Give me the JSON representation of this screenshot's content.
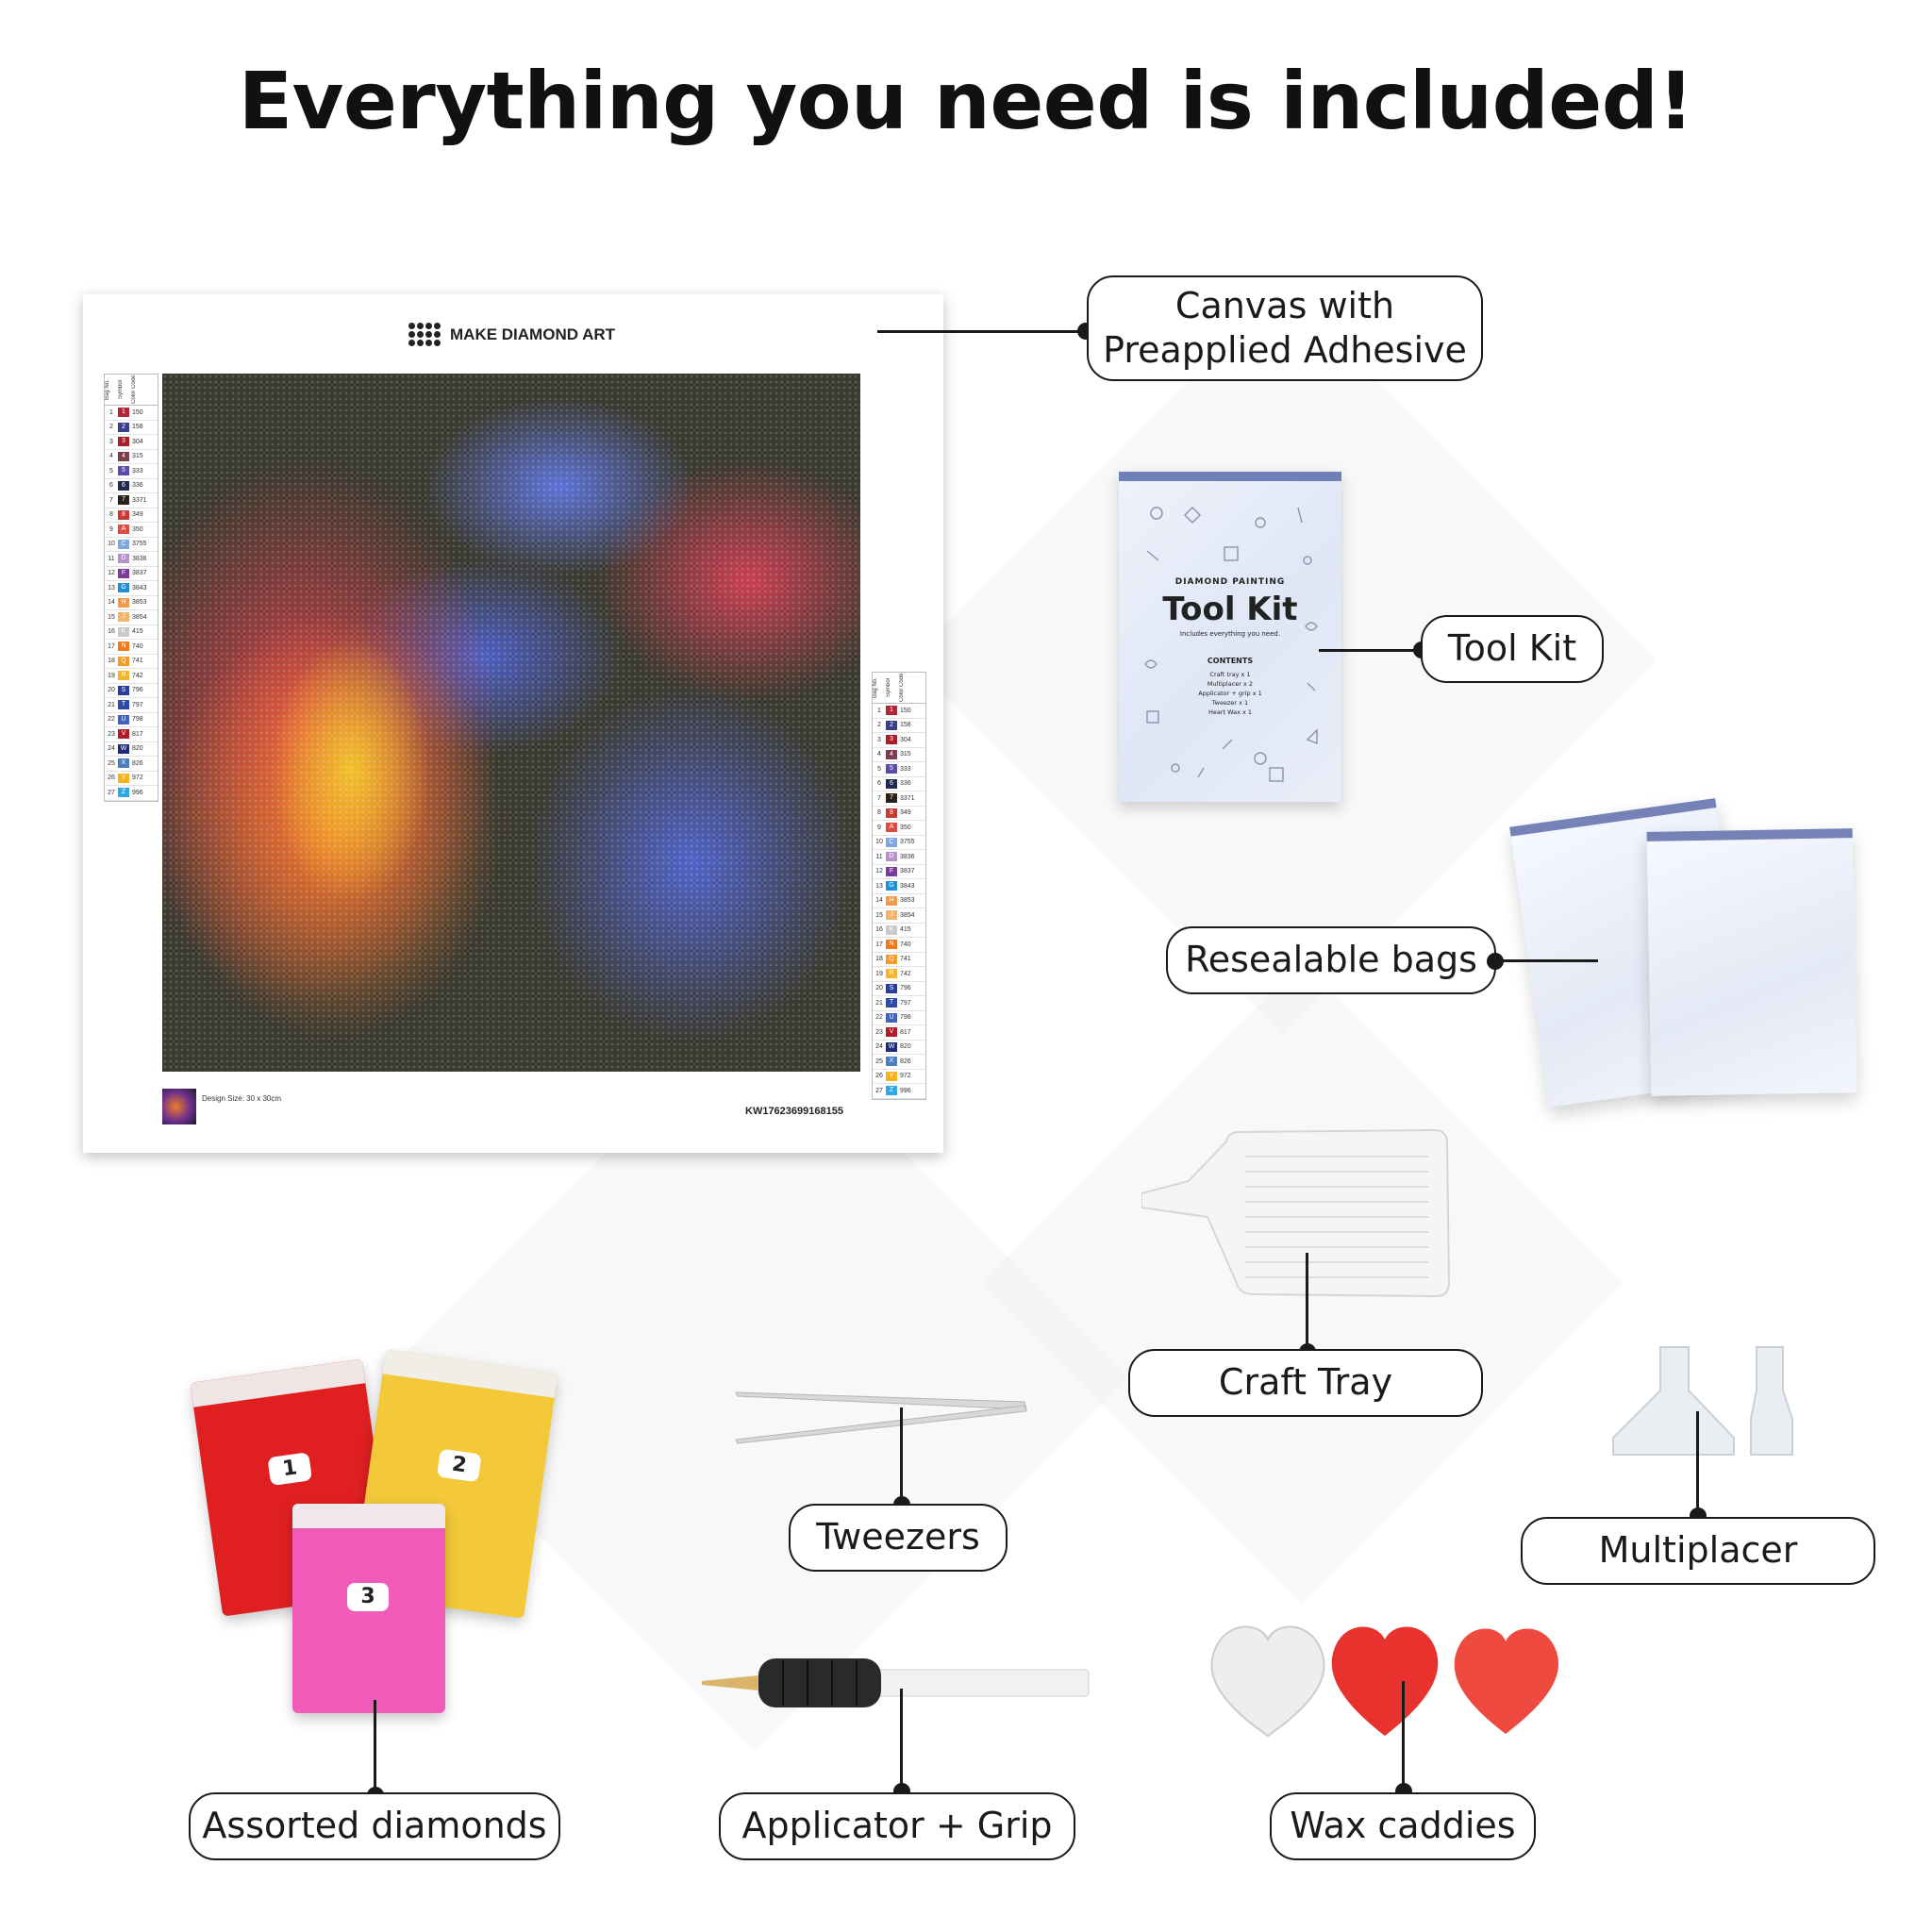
{
  "headline": "Everything you need is included!",
  "canvas_sheet": {
    "brand": "MAKE DIAMOND ART",
    "legend_headers": [
      "Bag No.",
      "Symbol",
      "Color Code"
    ],
    "legend_rows": [
      {
        "bag": "1",
        "symbol": "1",
        "code": "150",
        "color": "#b3263a"
      },
      {
        "bag": "2",
        "symbol": "2",
        "code": "158",
        "color": "#3a3f8c"
      },
      {
        "bag": "3",
        "symbol": "3",
        "code": "304",
        "color": "#a81f2c"
      },
      {
        "bag": "4",
        "symbol": "4",
        "code": "315",
        "color": "#7a3f4a"
      },
      {
        "bag": "5",
        "symbol": "5",
        "code": "333",
        "color": "#5e4aa8"
      },
      {
        "bag": "6",
        "symbol": "6",
        "code": "336",
        "color": "#1f2a4e"
      },
      {
        "bag": "7",
        "symbol": "7",
        "code": "3371",
        "color": "#2a2118"
      },
      {
        "bag": "8",
        "symbol": "8",
        "code": "349",
        "color": "#c73a32"
      },
      {
        "bag": "9",
        "symbol": "A",
        "code": "350",
        "color": "#e04a45"
      },
      {
        "bag": "10",
        "symbol": "C",
        "code": "3755",
        "color": "#7fa7dc"
      },
      {
        "bag": "11",
        "symbol": "D",
        "code": "3836",
        "color": "#b592c7"
      },
      {
        "bag": "12",
        "symbol": "F",
        "code": "3837",
        "color": "#7a3b9a"
      },
      {
        "bag": "13",
        "symbol": "G",
        "code": "3843",
        "color": "#1f8fd6"
      },
      {
        "bag": "14",
        "symbol": "H",
        "code": "3853",
        "color": "#f09a4a"
      },
      {
        "bag": "15",
        "symbol": "J",
        "code": "3854",
        "color": "#f2b36c"
      },
      {
        "bag": "16",
        "symbol": "K",
        "code": "415",
        "color": "#c9c9c9"
      },
      {
        "bag": "17",
        "symbol": "N",
        "code": "740",
        "color": "#f27a1a"
      },
      {
        "bag": "18",
        "symbol": "Q",
        "code": "741",
        "color": "#f59a25"
      },
      {
        "bag": "19",
        "symbol": "R",
        "code": "742",
        "color": "#f5b530"
      },
      {
        "bag": "20",
        "symbol": "S",
        "code": "796",
        "color": "#2a3d9a"
      },
      {
        "bag": "21",
        "symbol": "T",
        "code": "797",
        "color": "#2d4aa8"
      },
      {
        "bag": "22",
        "symbol": "U",
        "code": "798",
        "color": "#4262c0"
      },
      {
        "bag": "23",
        "symbol": "V",
        "code": "817",
        "color": "#b01b27"
      },
      {
        "bag": "24",
        "symbol": "W",
        "code": "820",
        "color": "#1d2a78"
      },
      {
        "bag": "25",
        "symbol": "X",
        "code": "826",
        "color": "#4a7fc0"
      },
      {
        "bag": "26",
        "symbol": "Y",
        "code": "972",
        "color": "#f7b21c"
      },
      {
        "bag": "27",
        "symbol": "Z",
        "code": "996",
        "color": "#2fa8e6"
      }
    ],
    "design_size": "Design Size: 30 x 30cm",
    "kit_code": "KW17623699168155"
  },
  "tool_kit_bag": {
    "subtitle": "DIAMOND PAINTING",
    "title": "Tool Kit",
    "tagline": "Includes everything you need.",
    "contents_heading": "CONTENTS",
    "contents": [
      "Craft tray x 1",
      "Multiplacer x 2",
      "Applicator + grip x 1",
      "Tweezer x 1",
      "Heart Wax x 1"
    ]
  },
  "diamond_bags": [
    "1",
    "2",
    "3"
  ],
  "labels": {
    "canvas": "Canvas with\nPreapplied Adhesive",
    "tool_kit": "Tool Kit",
    "resealable_bags": "Resealable bags",
    "craft_tray": "Craft Tray",
    "tweezers": "Tweezers",
    "multiplacer": "Multiplacer",
    "assorted_diamonds": "Assorted diamonds",
    "applicator_grip": "Applicator + Grip",
    "wax_caddies": "Wax caddies"
  },
  "colors": {
    "ink": "#1a1a1a",
    "bag_zip": "#6f80b9",
    "diamond_red": "#e02020",
    "diamond_yellow": "#f3c93a",
    "diamond_pink": "#f05ab8",
    "wax_red": "#e8322e"
  }
}
